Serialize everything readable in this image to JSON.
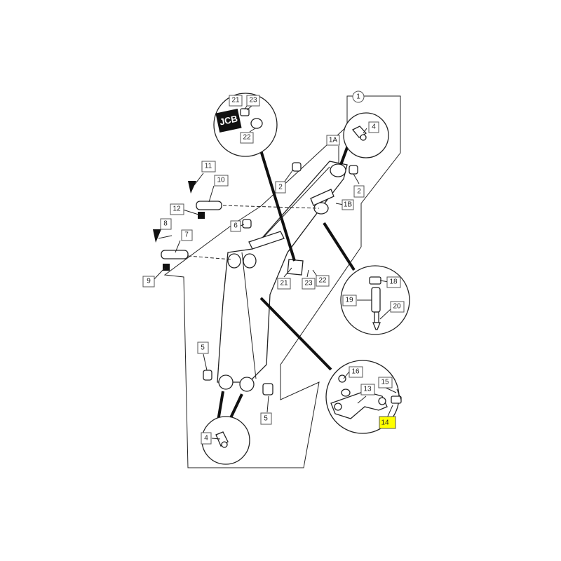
{
  "diagram": {
    "highlight_color": "#ffff00",
    "line_color": "#222222",
    "logo_text": "JCB",
    "callouts": [
      {
        "id": "c1",
        "text": "1",
        "circled": true
      },
      {
        "id": "c1a",
        "text": "1A"
      },
      {
        "id": "c1b",
        "text": "1B"
      },
      {
        "id": "c2a",
        "text": "2"
      },
      {
        "id": "c2b",
        "text": "2"
      },
      {
        "id": "c4a",
        "text": "4"
      },
      {
        "id": "c4b",
        "text": "4"
      },
      {
        "id": "c5a",
        "text": "5"
      },
      {
        "id": "c5b",
        "text": "5"
      },
      {
        "id": "c6",
        "text": "6"
      },
      {
        "id": "c7",
        "text": "7"
      },
      {
        "id": "c8",
        "text": "8"
      },
      {
        "id": "c9",
        "text": "9"
      },
      {
        "id": "c10",
        "text": "10"
      },
      {
        "id": "c11",
        "text": "11"
      },
      {
        "id": "c12",
        "text": "12"
      },
      {
        "id": "c13",
        "text": "13"
      },
      {
        "id": "c14",
        "text": "14",
        "highlighted": true
      },
      {
        "id": "c15",
        "text": "15"
      },
      {
        "id": "c16",
        "text": "16"
      },
      {
        "id": "c18",
        "text": "18"
      },
      {
        "id": "c19",
        "text": "19"
      },
      {
        "id": "c20",
        "text": "20"
      },
      {
        "id": "c21a",
        "text": "21"
      },
      {
        "id": "c21b",
        "text": "21"
      },
      {
        "id": "c22a",
        "text": "22"
      },
      {
        "id": "c22b",
        "text": "22"
      },
      {
        "id": "c23a",
        "text": "23"
      },
      {
        "id": "c23b",
        "text": "23"
      }
    ]
  }
}
